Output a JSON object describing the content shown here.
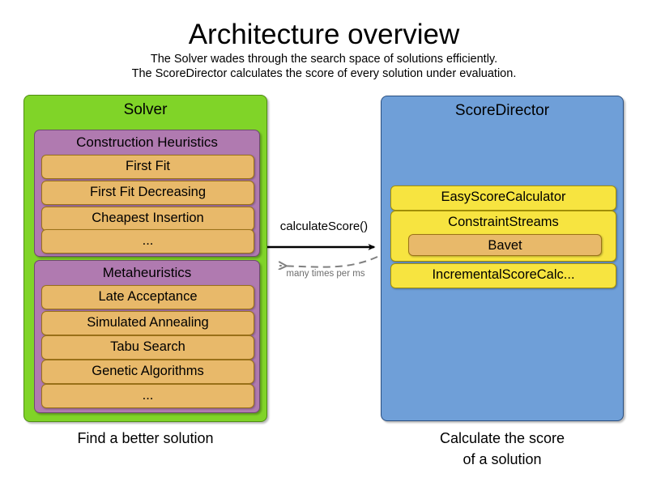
{
  "header": {
    "title": "Architecture overview",
    "subtitle_line1": "The Solver wades through the search space of solutions efficiently.",
    "subtitle_line2": "The ScoreDirector calculates the score of every solution under evaluation."
  },
  "solver": {
    "title": "Solver",
    "caption": "Find a better solution",
    "color": "#80d428",
    "groups": [
      {
        "title": "Construction Heuristics",
        "color": "#b07ab0",
        "items": [
          {
            "label": "First Fit",
            "color": "#e8b96a"
          },
          {
            "label": "First Fit Decreasing",
            "color": "#e8b96a"
          },
          {
            "label": "Cheapest Insertion",
            "color": "#e8b96a"
          },
          {
            "label": "...",
            "color": "#e8b96a"
          }
        ]
      },
      {
        "title": "Metaheuristics",
        "color": "#b07ab0",
        "items": [
          {
            "label": "Late Acceptance",
            "color": "#e8b96a"
          },
          {
            "label": "Simulated Annealing",
            "color": "#e8b96a"
          },
          {
            "label": "Tabu Search",
            "color": "#e8b96a"
          },
          {
            "label": "Genetic Algorithms",
            "color": "#e8b96a"
          },
          {
            "label": "...",
            "color": "#e8b96a"
          }
        ]
      }
    ]
  },
  "score_director": {
    "title": "ScoreDirector",
    "caption_line1": "Calculate the score",
    "caption_line2": "of a solution",
    "color": "#6f9fd8",
    "items": [
      {
        "label": "EasyScoreCalculator",
        "color": "#f7e440"
      },
      {
        "label": "ConstraintStreams",
        "color": "#f7e440",
        "nested": {
          "label": "Bavet",
          "color": "#e8b96a"
        }
      },
      {
        "label": "IncrementalScoreCalc...",
        "color": "#f7e440"
      }
    ]
  },
  "arrows": [
    {
      "name": "calculate-score-arrow",
      "label": "calculateScore()",
      "direction": "right",
      "style": "solid",
      "color": "#000000"
    },
    {
      "name": "many-times-arrow",
      "label": "many times per ms",
      "direction": "left",
      "style": "dashed",
      "color": "#808080"
    }
  ]
}
